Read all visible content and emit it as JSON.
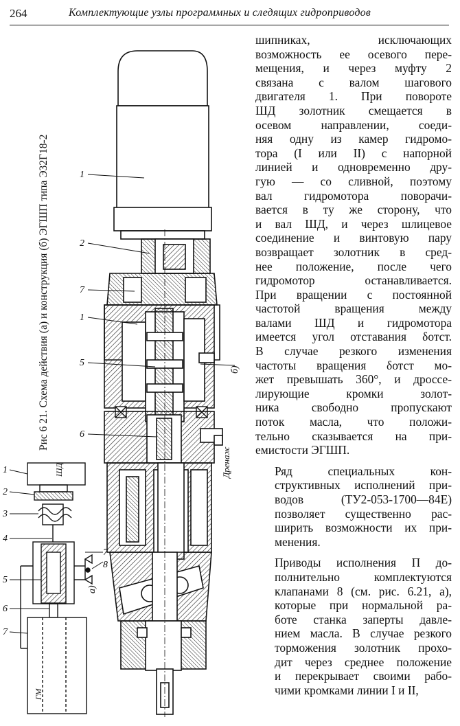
{
  "header": {
    "page_number": "264",
    "running_title": "Комплектующие узлы программных и следящих гидроприводов"
  },
  "figure": {
    "caption": "Рис 6 21. Схема действия (а) и конструкция (б) ЭГШП типа Э32Г18-2",
    "schematic": {
      "labels": [
        "1",
        "2",
        "3",
        "4",
        "5",
        "6",
        "7",
        "8"
      ],
      "motor_label": "ШД",
      "hydromotor_label": "ГМ",
      "part_label": "а)"
    },
    "construction": {
      "labels": [
        "1",
        "2",
        "7",
        "1",
        "5",
        "6"
      ],
      "part_label": "б)",
      "drain_label": "Дренаж"
    }
  },
  "text": {
    "para1_lines": [
      "шипниках, исключающих",
      "возможность ее осевого пере-",
      "мещения, и через муфту 2",
      "связана с валом шагового",
      "двигателя 1. При повороте",
      "ШД золотник смещается в",
      "осевом направлении, соеди-",
      "няя одну из камер гидромо-",
      "тора (I или II) с напорной",
      "линией и одновременно дру-",
      "гую — со сливной, поэтому",
      "вал гидромотора поворачи-",
      "вается в ту же сторону, что",
      "и вал ШД, и через шлицевое",
      "соединение и винтовую пару",
      "возвращает золотник в сред-",
      "нее положение, после чего",
      "гидромотор останавливается.",
      "При вращении с постоянной",
      "частотой вращения между",
      "валами ШД и гидромотора",
      "имеется угол отставания δотст.",
      "В случае резкого изменения",
      "частоты вращения δотст мо-",
      "жет превышать 360°, и дроссе-",
      "лирующие кромки золот-",
      "ника свободно пропускают",
      "поток масла, что положи-",
      "тельно сказывается на при-",
      "емистости ЭГШП."
    ],
    "para2_lines": [
      "Ряд специальных кон-",
      "структивных исполнений при-",
      "водов (ТУ2-053-1700—84Е)",
      "позволяет существенно рас-",
      "ширить возможности их при-",
      "менения."
    ],
    "para3_lines": [
      "Приводы исполнения П до-",
      "полнительно комплектуются",
      "клапанами 8 (см. рис. 6.21, а),",
      "которые при нормальной ра-",
      "боте станка заперты давле-",
      "нием масла. В случае резкого",
      "торможения золотник прохо-",
      "дит через среднее положение",
      "и перекрывает своими рабо-",
      "чими кромками линии I и II,"
    ]
  }
}
